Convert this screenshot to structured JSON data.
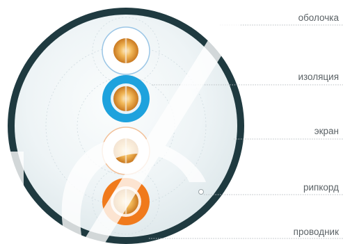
{
  "labels": {
    "sheath": "оболочка",
    "insulation": "изоляция",
    "screen": "экран",
    "ripcord": "рипкорд",
    "conductor": "проводник"
  },
  "colors": {
    "sheath": "#1f3a40",
    "filler": "#e6f0f3",
    "pair_blue": "#1ea2dd",
    "pair_orange": "#f07a1c",
    "pair_white_blue_stripe": "#9bc6e6",
    "pair_white_orange_stripe": "#f2c19a",
    "copper": "#e8a23a",
    "watermark": "#cfcfcf",
    "label_text": "#5b6266"
  }
}
